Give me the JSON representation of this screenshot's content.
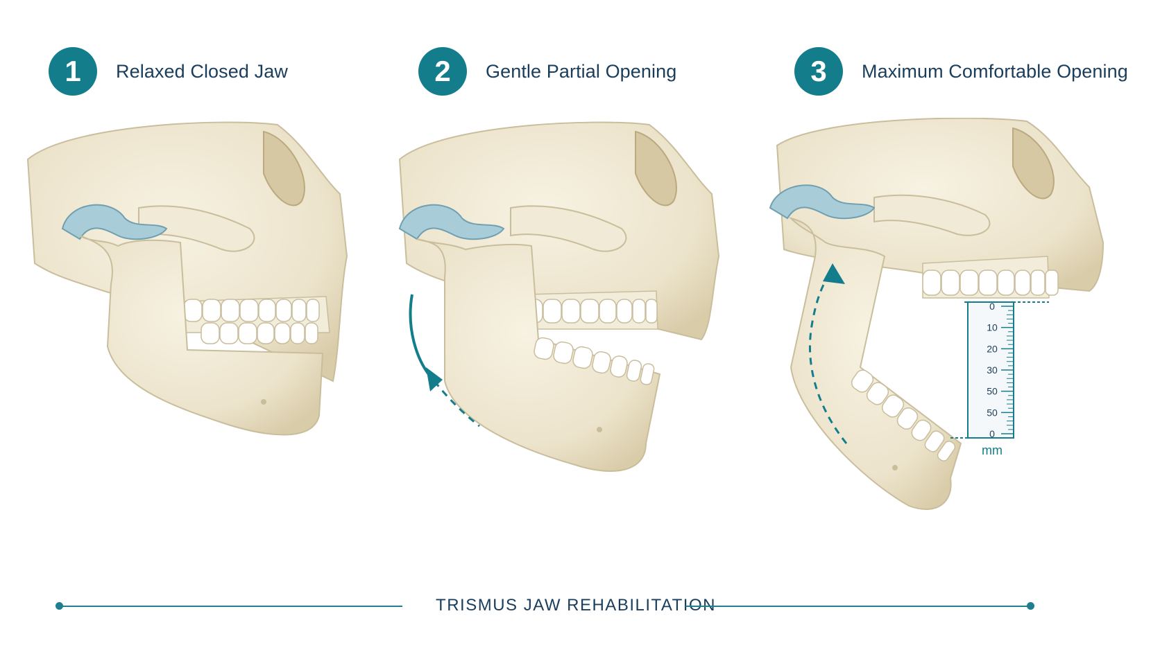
{
  "steps": [
    {
      "number": "1",
      "title": "Relaxed Closed Jaw"
    },
    {
      "number": "2",
      "title": "Gentle Partial Opening"
    },
    {
      "number": "3",
      "title": "Maximum Comfortable Opening"
    }
  ],
  "ruler": {
    "ticks": [
      "0",
      "10",
      "20",
      "30",
      "50",
      "50",
      "0"
    ],
    "unit": "mm"
  },
  "footer": {
    "title": "TRISMUS JAW REHABILITATION"
  },
  "colors": {
    "accent": "#137d8b",
    "title_text": "#1a3d5c",
    "bone": "#efe8d4",
    "bone_shadow": "#c9bd9c",
    "joint_disc": "#a9cdd8",
    "teeth": "#ffffff"
  },
  "icons": {
    "arrow_step2": "curved-arrow-down-icon",
    "arrow_step3": "curved-arrow-up-icon",
    "ruler": "ruler-icon"
  }
}
